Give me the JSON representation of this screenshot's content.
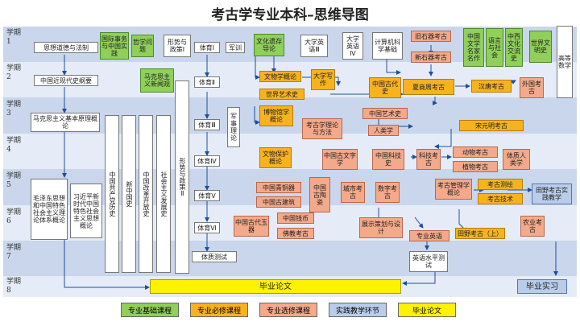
{
  "title": "考古学专业本科–思维导图",
  "semesters": [
    "学期\n1",
    "学期\n2",
    "学期\n3",
    "学期\n4",
    "学期\n5",
    "学期\n6",
    "学期\n7",
    "学期\n8"
  ],
  "courses": {
    "sixiang": "思想道德与法制",
    "guoji": "国际事务与中国实践",
    "zhexue": "哲学问题",
    "xingshi1": "形势与政策Ⅰ",
    "tiyu1": "体育Ⅰ",
    "junxun": "军训",
    "wenhua_yichan": "文化遗存导论",
    "daying3": "大学英语Ⅲ",
    "daying4": "大学英语Ⅳ",
    "jisuanji": "计算机科学基础",
    "jiushiqi": "旧石器考古",
    "xinshiqi": "新石器考古",
    "wenxue_mingjia": "中国文学名家名作",
    "yuyan": "语言与社会",
    "zhongxi": "中西文化交流史",
    "shijie_wenming": "世界文明史",
    "gaodeng": "高等数学",
    "jindaishi": "中国近现代史纲要",
    "makesi_xinwen": "马克思主义新闻观",
    "tiyu2": "体育Ⅱ",
    "wenwuxue": "文物学概论",
    "daxue_xiezuo": "大学写作",
    "gudai_shi": "中国古代史",
    "xiashangzhou": "夏商周考古",
    "hantang": "汉唐考古",
    "waiguo": "外国考古",
    "yuanli": "马克思主义基本原理概论",
    "gongchandang": "中国共产党历史",
    "xinzhongguo": "新中国史",
    "gaige": "中国改革开放史",
    "shehui": "社会主义发展史",
    "xingshi2": "形势与政策Ⅱ",
    "tiyu3": "体育Ⅲ",
    "junshi": "军事理论",
    "shijie_yishu": "世界艺术史",
    "bowuguan": "博物馆学概论",
    "kaogu_lilun": "考古学理论与方法",
    "zhongguo_yishu": "中国艺术史",
    "renleixue": "人类学",
    "songyuan": "宋元明考古",
    "tiyu4": "体育Ⅳ",
    "wenwu_baohu": "文物保护概论",
    "guwenzi": "中国古文字学",
    "keji_shi": "中国科技史",
    "keji_kaogu": "科技考古",
    "dongwu": "动物考古",
    "zhiwu": "植物考古",
    "tizhi": "体质人类学",
    "maozedong": "毛泽东思想和中国特色社会主义理论体系概论",
    "xijinping": "习近平新时代中国特色社会主义思想概论",
    "qingtong": "中国青铜器",
    "gujianzhu": "中国古建筑",
    "taoci": "中国古陶瓷",
    "chengshi": "城市考古",
    "shuzi": "数字考古",
    "guanli": "考古管理学概论",
    "celiang": "考古测绘",
    "jishu": "考古技术",
    "tianye_sj": "田野考古实践教学",
    "tiyu5": "体育Ⅴ",
    "yuqi": "中国古代玉器",
    "qianbi": "中国钱币",
    "fojiao": "佛教考古",
    "zhanlan": "展示策划与设计",
    "zhuanye_yingyu": "专业英语",
    "tianye_shang": "田野考古（上）",
    "nongye": "农业考古",
    "tiyu6": "体育Ⅵ",
    "tizhi_ceshi": "体质测试",
    "yingyu_ceshi": "英语水平测试",
    "lunwen": "毕业论文",
    "shixi": "毕业实习"
  },
  "legend": [
    "专业基础课程",
    "专业必修课程",
    "专业选修课程",
    "实践教学环节",
    "毕业论文"
  ]
}
